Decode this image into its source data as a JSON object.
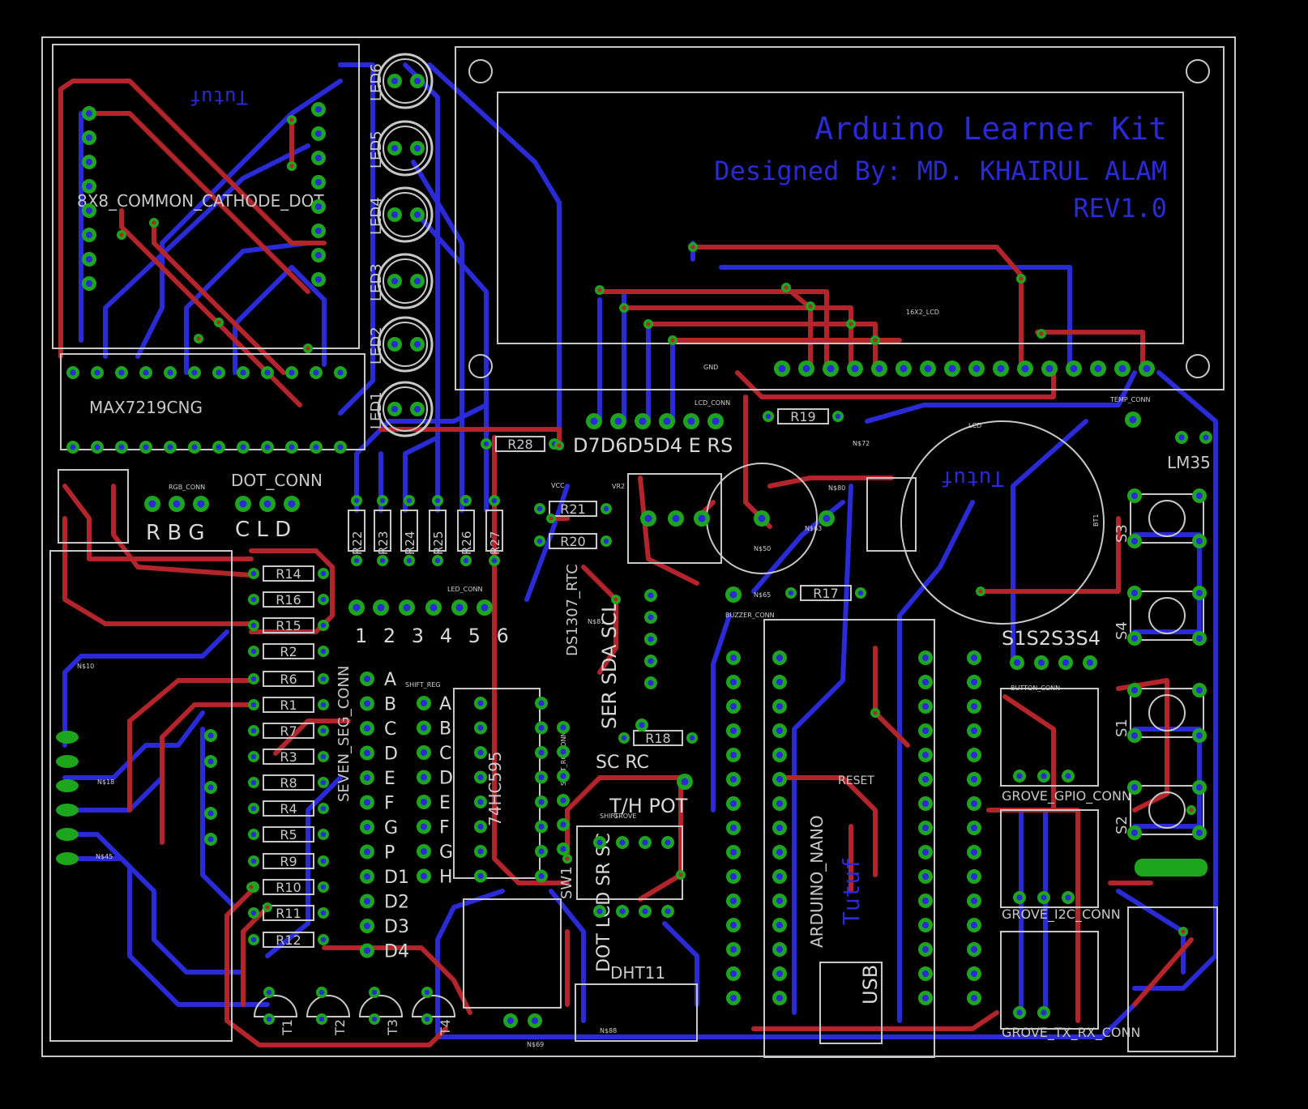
{
  "title_lines": [
    "Arduino Learner Kit",
    "Designed By: MD. KHAIRUL ALAM",
    "REV1.0"
  ],
  "logo_text": "Tutuf",
  "labels": {
    "dot_matrix": "8X8_COMMON_CATHODE_DOT",
    "max7219": "MAX7219CNG",
    "rgb_conn": "RGB_CONN",
    "rgb_pins": "R B G",
    "dot_conn": "DOT_CONN",
    "dot_pins": "C L D",
    "lcd": "16X2_LCD",
    "lcd_conn": "LCD_CONN",
    "lcd_pins": "D7D6D5D4 E RS",
    "led_conn": "LED_CONN",
    "led_pins": "1 2 3 4 5 6",
    "seven_seg": "SEVEN_SEG_CONN",
    "shift_reg": "SHIFT_REG",
    "ic_595": "74HC595",
    "shift_rg_conn": "SHIFT_RG_CONN",
    "ds1307": "DS1307_RTC",
    "buzzer_conn": "BUZZER_CONN",
    "temp_conn": "TEMP_CONN",
    "lm35": "LM35",
    "bt1": "BT1",
    "button_conn": "BUTTON_CONN",
    "button_pins": "S1S2S3S4",
    "grove_gpio": "GROVE_GPIO_CONN",
    "grove_i2c": "GROVE_I2C_CONN",
    "grove_txrx": "GROVE_TX_RX_CONN",
    "arduino": "ARDUINO_NANO",
    "reset": "RESET",
    "usb": "USB",
    "dht11": "DHT11",
    "sw1": "SW1",
    "shift": "SHIFT",
    "vr2": "VR2",
    "pot": "T/H POT",
    "sc_rc": "SC  RC",
    "ser_sda_scl": "SER SDA SCL",
    "dip_labels": "DOT LCD SR SC",
    "seven_seg_pins": [
      "A",
      "B",
      "C",
      "D",
      "E",
      "F",
      "G",
      "P",
      "D1",
      "D2",
      "D3",
      "D4"
    ],
    "shift_pins": [
      "A",
      "B",
      "C",
      "D",
      "E",
      "F",
      "G",
      "H"
    ],
    "transistors": [
      "T1",
      "T2",
      "T3",
      "T4"
    ],
    "switches": [
      "S3",
      "S4",
      "S1",
      "S2"
    ]
  },
  "resistors_left": [
    "R14",
    "R16",
    "R15",
    "R2",
    "R6",
    "R1",
    "R7",
    "R3",
    "R8",
    "R4",
    "R5",
    "R9",
    "R10",
    "R11",
    "R12"
  ],
  "resistors_led": [
    "R22",
    "R23",
    "R24",
    "R25",
    "R26",
    "R27"
  ],
  "resistors_misc": [
    "R28",
    "R21",
    "R20",
    "R19",
    "R17",
    "R18"
  ],
  "leds": [
    "LED6",
    "LED5",
    "LED4",
    "LED3",
    "LED2",
    "LED1"
  ],
  "nets": [
    "N$10",
    "N$18",
    "N$45",
    "GND",
    "VCC",
    "LCD",
    "N$72",
    "N$80",
    "N$63",
    "N$65",
    "N$81",
    "N$50",
    "N$69",
    "N$88",
    "GROVE"
  ]
}
